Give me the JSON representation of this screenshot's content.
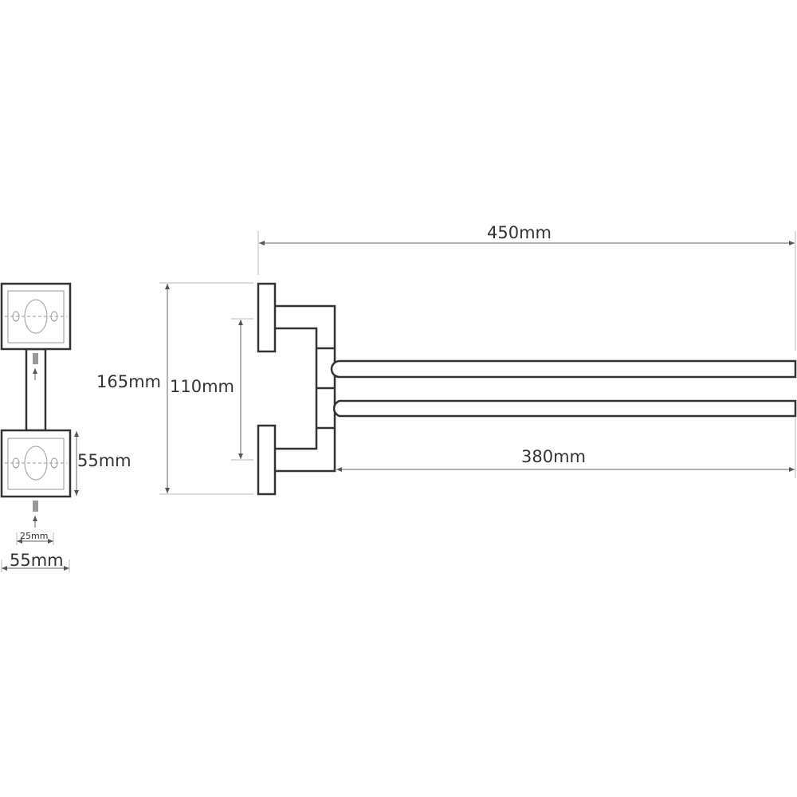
{
  "dimensions": {
    "overall_length": "450mm",
    "rail_length": "380mm",
    "overall_height": "165mm",
    "rail_spacing": "110mm",
    "plate_height": "55mm",
    "plate_width": "55mm",
    "hole_spacing": "25mm"
  },
  "colors": {
    "line": "#333333",
    "dimension": "#666666"
  }
}
